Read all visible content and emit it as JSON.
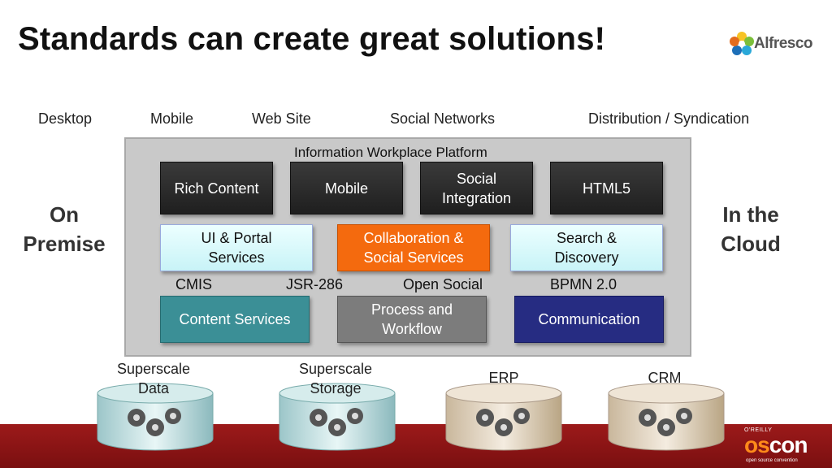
{
  "title": "Standards can create great solutions!",
  "brand": {
    "logo_text": "Alfresco"
  },
  "channels": [
    "Desktop",
    "Mobile",
    "Web Site",
    "Social Networks",
    "Distribution / Syndication"
  ],
  "sides": {
    "left": [
      "On",
      "Premise"
    ],
    "right": [
      "In the",
      "Cloud"
    ]
  },
  "platform": {
    "label": "Information Workplace Platform",
    "top_row": [
      "Rich Content",
      "Mobile",
      "Social\nIntegration",
      "HTML5"
    ],
    "middle_row": [
      "UI & Portal\nServices",
      "Collaboration &\nSocial Services",
      "Search &\nDiscovery"
    ],
    "standards": [
      "CMIS",
      "JSR-286",
      "Open Social",
      "BPMN 2.0"
    ],
    "bottom_row": [
      "Content  Services",
      "Process and\nWorkflow",
      "Communication"
    ]
  },
  "databases": [
    {
      "label": "Superscale\nData",
      "color": "teal"
    },
    {
      "label": "Superscale\nStorage",
      "color": "teal"
    },
    {
      "label": "ERP",
      "color": "tan"
    },
    {
      "label": "CRM",
      "color": "tan"
    }
  ],
  "footer": {
    "oreilly": "O'REILLY",
    "event": "oscon",
    "event_os": "os",
    "event_con": "con",
    "tagline": "open source convention"
  },
  "colors": {
    "footer": "#8b1414",
    "orange": "#f46a0e",
    "teal": "#3b8f96",
    "navy": "#262c82"
  }
}
